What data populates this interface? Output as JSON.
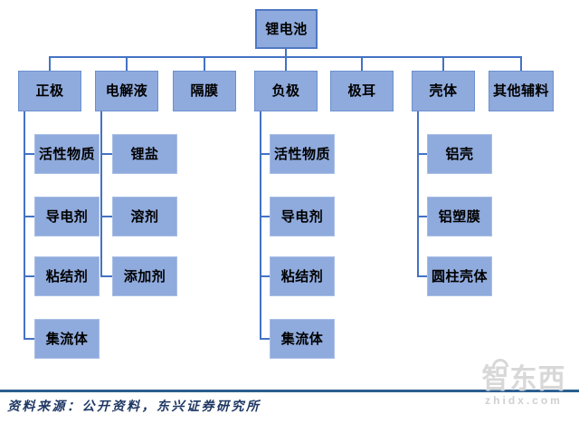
{
  "root": {
    "label": "锂电池"
  },
  "level2": [
    {
      "label": "正极",
      "children": [
        "活性物质",
        "导电剂",
        "粘结剂",
        "集流体"
      ]
    },
    {
      "label": "电解液",
      "children": [
        "锂盐",
        "溶剂",
        "添加剂"
      ]
    },
    {
      "label": "隔膜",
      "children": []
    },
    {
      "label": "负极",
      "children": [
        "活性物质",
        "导电剂",
        "粘结剂",
        "集流体"
      ]
    },
    {
      "label": "极耳",
      "children": []
    },
    {
      "label": "壳体",
      "children": [
        "铝壳",
        "铝塑膜",
        "圆柱壳体"
      ]
    },
    {
      "label": "其他辅料",
      "children": []
    }
  ],
  "footer": {
    "source": "资料来源：公开资料，东兴证券研究所"
  },
  "watermark": {
    "logo": "智东西",
    "site": "zhidx.com"
  },
  "colors": {
    "box_fill": "#8FAADC",
    "box_border_dark": "#4F79C4",
    "box_border_light": "#A9BEE6",
    "connector": "#4472C4",
    "bottom_rule": "#2A5E8F",
    "source_text": "#1F3864",
    "watermark_gray": "#D8D8D8"
  }
}
